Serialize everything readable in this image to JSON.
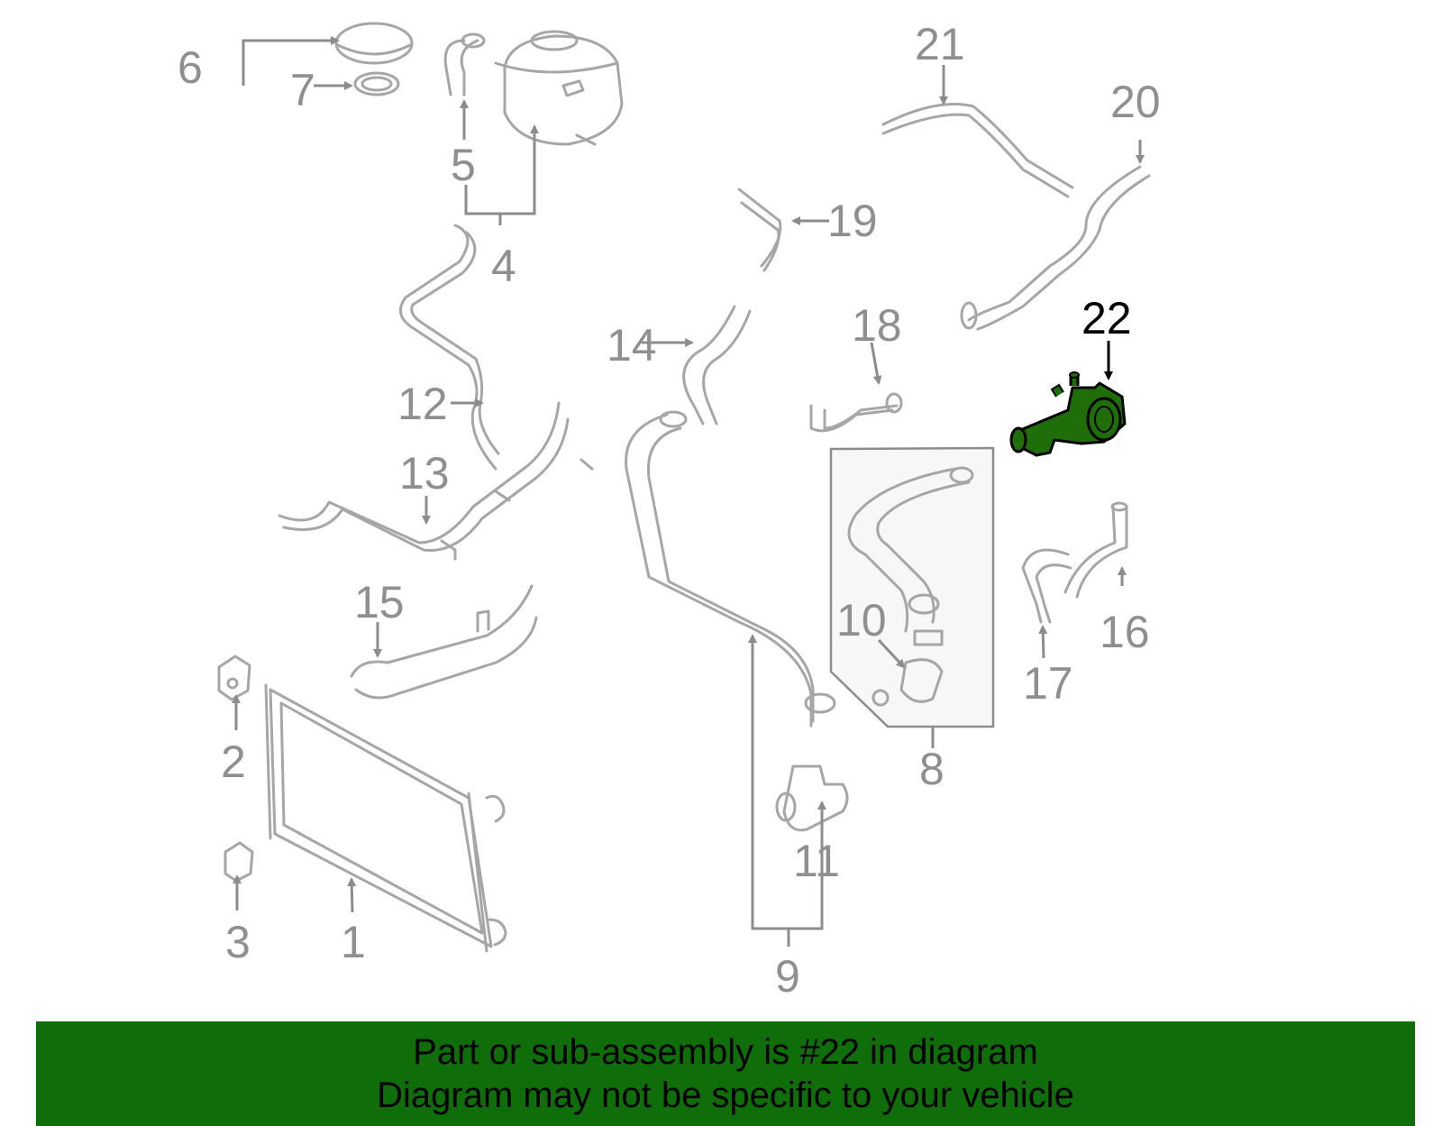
{
  "callouts": [
    "1",
    "2",
    "3",
    "4",
    "5",
    "6",
    "7",
    "8",
    "9",
    "10",
    "11",
    "12",
    "13",
    "14",
    "15",
    "16",
    "17",
    "18",
    "19",
    "20",
    "21",
    "22"
  ],
  "highlighted_part": "22",
  "colors": {
    "part_line": "#a6a6a6",
    "callout": "#8f8f8f",
    "highlight_fill": "#1f6e0a",
    "banner": "#0f6e0a"
  },
  "banner": {
    "line1": "Part or sub-assembly is #22 in diagram",
    "line2": "Diagram may not be specific to your vehicle"
  }
}
